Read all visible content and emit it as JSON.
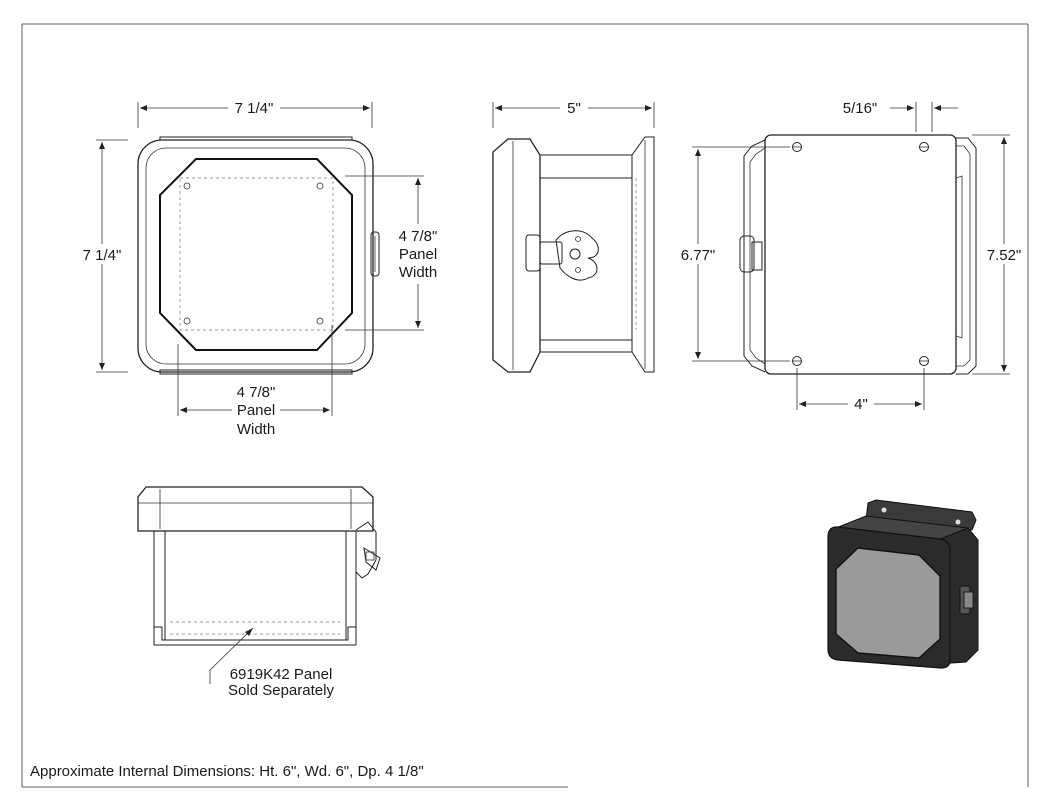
{
  "front_view": {
    "top_width": "7 1/4\"",
    "left_height": "7 1/4\"",
    "panel_width_right": [
      "4 7/8\"",
      "Panel",
      "Width"
    ],
    "panel_width_bottom": [
      "4 7/8\"",
      "Panel",
      "Width"
    ]
  },
  "side_view": {
    "depth": "5\""
  },
  "back_view": {
    "mount_offset": "5/16\"",
    "mount_height": "6.77\"",
    "overall_height": "7.52\"",
    "mount_width": "4\""
  },
  "section_view": {
    "callout": [
      "6919K42 Panel",
      "Sold Separately"
    ]
  },
  "footer": {
    "internal_dimensions": "Approximate Internal Dimensions: Ht. 6\", Wd. 6\", Dp. 4 1/8\""
  },
  "colors": {
    "line": "#222222",
    "iso_dark": "#2b2b2b",
    "iso_face": "#9a9a9a"
  }
}
